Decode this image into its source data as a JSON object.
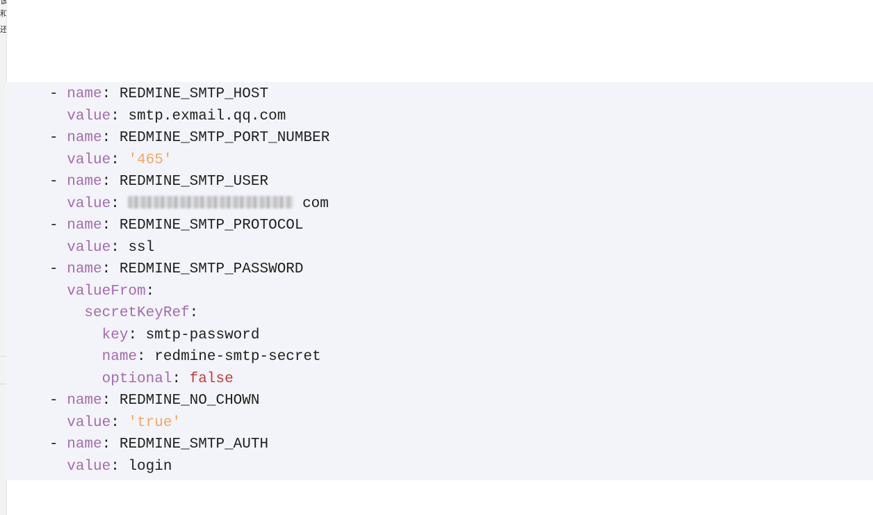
{
  "sidebar": {
    "fragments": [
      "该",
      "和",
      "还"
    ]
  },
  "code": {
    "lines": [
      {
        "indent": "",
        "dash": "- ",
        "key": "name",
        "sep": ": ",
        "value": "REDMINE_SMTP_HOST",
        "vtype": "plain"
      },
      {
        "indent": "  ",
        "dash": "",
        "key": "value",
        "sep": ": ",
        "value": "smtp.exmail.qq.com",
        "vtype": "plain"
      },
      {
        "indent": "",
        "dash": "- ",
        "key": "name",
        "sep": ": ",
        "value": "REDMINE_SMTP_PORT_NUMBER",
        "vtype": "plain"
      },
      {
        "indent": "  ",
        "dash": "",
        "key": "value",
        "sep": ": ",
        "value": "'465'",
        "vtype": "string"
      },
      {
        "indent": "",
        "dash": "- ",
        "key": "name",
        "sep": ": ",
        "value": "REDMINE_SMTP_USER",
        "vtype": "plain"
      },
      {
        "indent": "  ",
        "dash": "",
        "key": "value",
        "sep": ": ",
        "value": "com",
        "vtype": "redacted"
      },
      {
        "indent": "",
        "dash": "- ",
        "key": "name",
        "sep": ": ",
        "value": "REDMINE_SMTP_PROTOCOL",
        "vtype": "plain"
      },
      {
        "indent": "  ",
        "dash": "",
        "key": "value",
        "sep": ": ",
        "value": "ssl",
        "vtype": "plain"
      },
      {
        "indent": "",
        "dash": "- ",
        "key": "name",
        "sep": ": ",
        "value": "REDMINE_SMTP_PASSWORD",
        "vtype": "plain"
      },
      {
        "indent": "  ",
        "dash": "",
        "key": "valueFrom",
        "sep": ":",
        "value": "",
        "vtype": "plain"
      },
      {
        "indent": "    ",
        "dash": "",
        "key": "secretKeyRef",
        "sep": ":",
        "value": "",
        "vtype": "plain"
      },
      {
        "indent": "      ",
        "dash": "",
        "key": "key",
        "sep": ": ",
        "value": "smtp-password",
        "vtype": "plain"
      },
      {
        "indent": "      ",
        "dash": "",
        "key": "name",
        "sep": ": ",
        "value": "redmine-smtp-secret",
        "vtype": "plain"
      },
      {
        "indent": "      ",
        "dash": "",
        "key": "optional",
        "sep": ": ",
        "value": "false",
        "vtype": "bool"
      },
      {
        "indent": "",
        "dash": "- ",
        "key": "name",
        "sep": ": ",
        "value": "REDMINE_NO_CHOWN",
        "vtype": "plain"
      },
      {
        "indent": "  ",
        "dash": "",
        "key": "value",
        "sep": ": ",
        "value": "'true'",
        "vtype": "string"
      },
      {
        "indent": "",
        "dash": "- ",
        "key": "name",
        "sep": ": ",
        "value": "REDMINE_SMTP_AUTH",
        "vtype": "plain"
      },
      {
        "indent": "  ",
        "dash": "",
        "key": "value",
        "sep": ": ",
        "value": "login",
        "vtype": "plain"
      }
    ]
  },
  "colors": {
    "key": "#a46bb0",
    "string": "#f2a862",
    "bool": "#c43b3b",
    "plain": "#1f1f1f",
    "code_background": "#f3f4f9"
  }
}
